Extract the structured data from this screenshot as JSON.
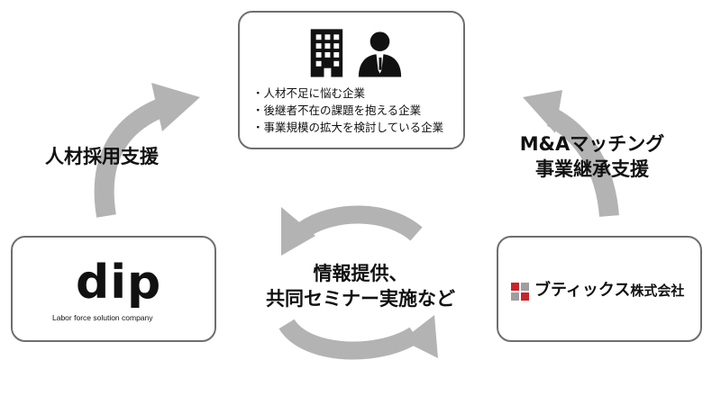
{
  "top_box": {
    "icons": [
      "building-icon",
      "businessman-icon"
    ],
    "bullets": [
      "人材不足に悩む企業",
      "後継者不在の課題を抱える企業",
      "事業規模の拡大を検討している企業"
    ]
  },
  "labels": {
    "left": "人材採用支援",
    "right_line1": "M&Aマッチング",
    "right_line2": "事業継承支援",
    "center_line1": "情報提供、",
    "center_line2": "共同セミナー実施など"
  },
  "dip_box": {
    "logo": "dip",
    "tagline": "Labor force solution company"
  },
  "bt_box": {
    "name": "ブティックス",
    "suffix": "株式会社",
    "mark_colors": [
      "#c8242b",
      "#9e9e9e"
    ]
  },
  "colors": {
    "arrow": "#b3b3b3",
    "border": "#6e6e6e"
  }
}
